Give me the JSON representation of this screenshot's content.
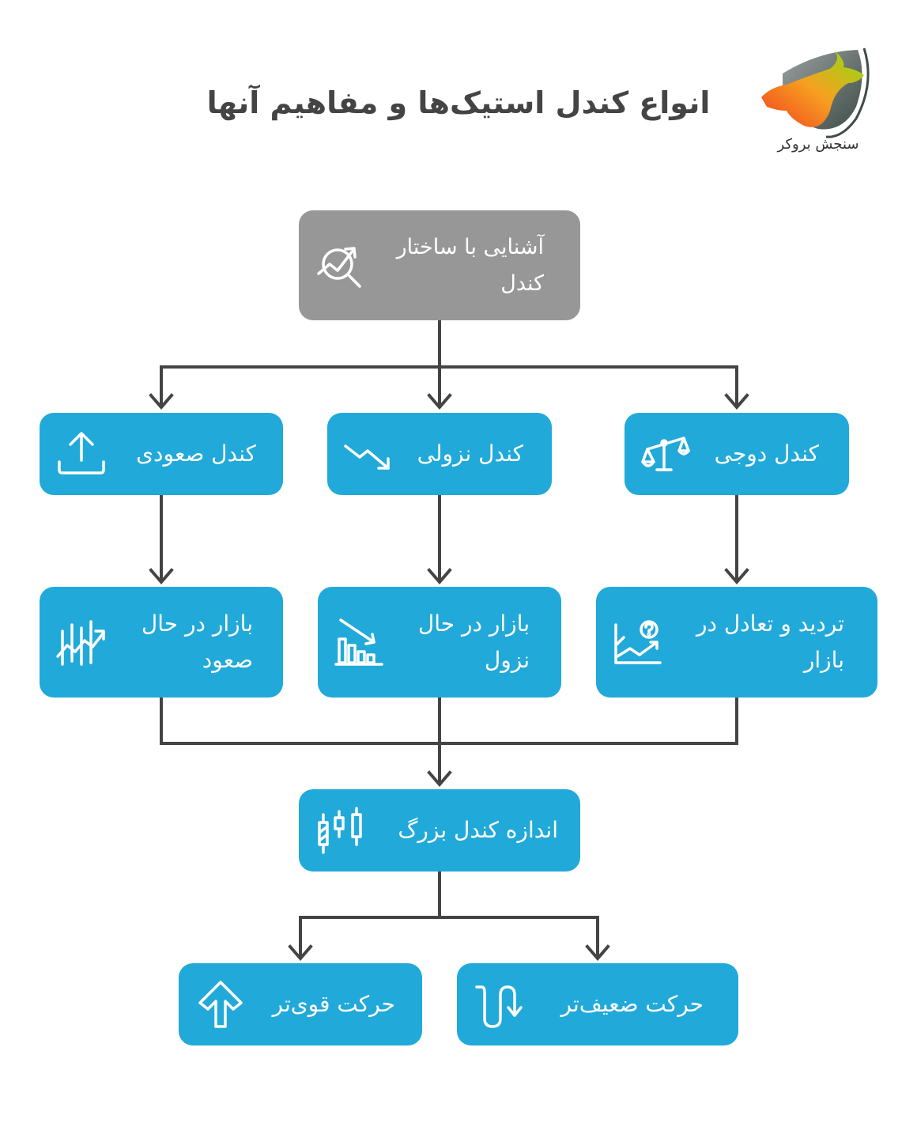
{
  "title": "انواع کندل استیک‌ها و مفاهیم آنها",
  "logo": {
    "icon": "bull-bear-logo-icon",
    "text": "سنجش بروکر"
  },
  "colors": {
    "node_blue": "#21a9d9",
    "node_gray": "#979797",
    "connector": "#444444",
    "title": "#444444"
  },
  "nodes": {
    "root": {
      "label": "آشنایی با ساختار کندل",
      "icon": "chart-search-icon"
    },
    "level1": [
      {
        "label": "کندل صعودی",
        "icon": "upload-arrow-icon"
      },
      {
        "label": "کندل نزولی",
        "icon": "trend-down-icon"
      },
      {
        "label": "کندل دوجی",
        "icon": "balance-scale-icon"
      }
    ],
    "level2": [
      {
        "label": "بازار در حال صعود",
        "icon": "rising-market-icon"
      },
      {
        "label": "بازار در حال نزول",
        "icon": "falling-bar-chart-icon"
      },
      {
        "label": "تردید و تعادل در بازار",
        "icon": "chart-question-icon"
      }
    ],
    "merge": {
      "label": "اندازه کندل بزرگ",
      "icon": "candlesticks-icon"
    },
    "outcomes": [
      {
        "label": "حرکت قوی‌تر",
        "icon": "arrow-up-outline-icon"
      },
      {
        "label": "حرکت ضعیف‌تر",
        "icon": "winding-arrow-down-icon"
      }
    ]
  }
}
